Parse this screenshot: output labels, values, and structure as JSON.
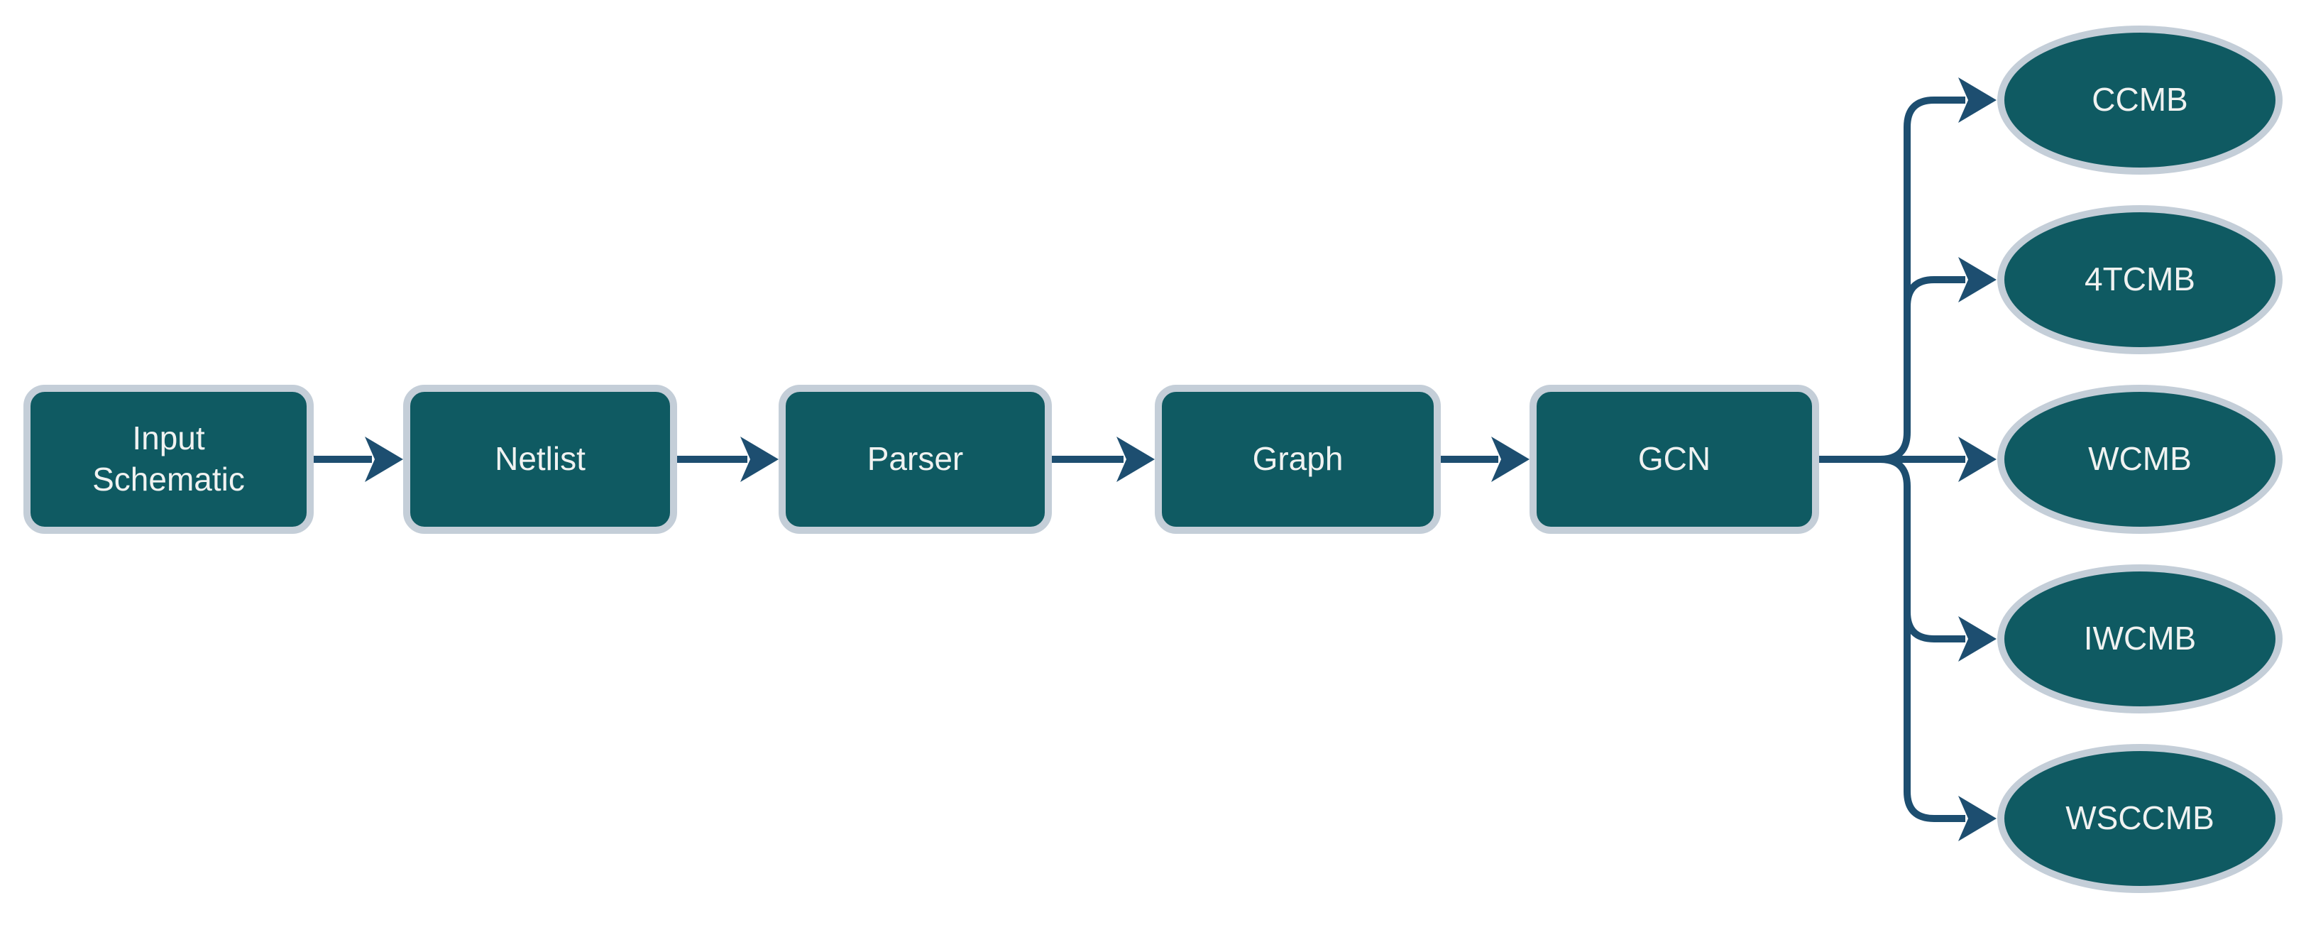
{
  "diagram": {
    "type": "flowchart",
    "nodes": {
      "boxes": [
        {
          "id": "input_schematic",
          "shape": "rounded-rect",
          "label": "Input Schematic",
          "lines": [
            "Input",
            "Schematic"
          ]
        },
        {
          "id": "netlist",
          "shape": "rounded-rect",
          "label": "Netlist"
        },
        {
          "id": "parser",
          "shape": "rounded-rect",
          "label": "Parser"
        },
        {
          "id": "graph",
          "shape": "rounded-rect",
          "label": "Graph"
        },
        {
          "id": "gcn",
          "shape": "rounded-rect",
          "label": "GCN"
        }
      ],
      "outputs": [
        {
          "id": "ccmb",
          "shape": "ellipse",
          "label": "CCMB"
        },
        {
          "id": "tcmb4",
          "shape": "ellipse",
          "label": "4TCMB"
        },
        {
          "id": "wcmb",
          "shape": "ellipse",
          "label": "WCMB"
        },
        {
          "id": "iwcmb",
          "shape": "ellipse",
          "label": "IWCMB"
        },
        {
          "id": "wsccmb",
          "shape": "ellipse",
          "label": "WSCCMB"
        }
      ]
    },
    "edges": [
      {
        "from": "input_schematic",
        "to": "netlist"
      },
      {
        "from": "netlist",
        "to": "parser"
      },
      {
        "from": "parser",
        "to": "graph"
      },
      {
        "from": "graph",
        "to": "gcn"
      },
      {
        "from": "gcn",
        "to": "ccmb"
      },
      {
        "from": "gcn",
        "to": "tcmb4"
      },
      {
        "from": "gcn",
        "to": "wcmb"
      },
      {
        "from": "gcn",
        "to": "iwcmb"
      },
      {
        "from": "gcn",
        "to": "wsccmb"
      }
    ],
    "colors": {
      "node_fill": "#0f5a62",
      "node_border": "#c4ced8",
      "connector": "#1d4e70",
      "label_text": "#f0f2f1",
      "background": "#ffffff"
    }
  }
}
